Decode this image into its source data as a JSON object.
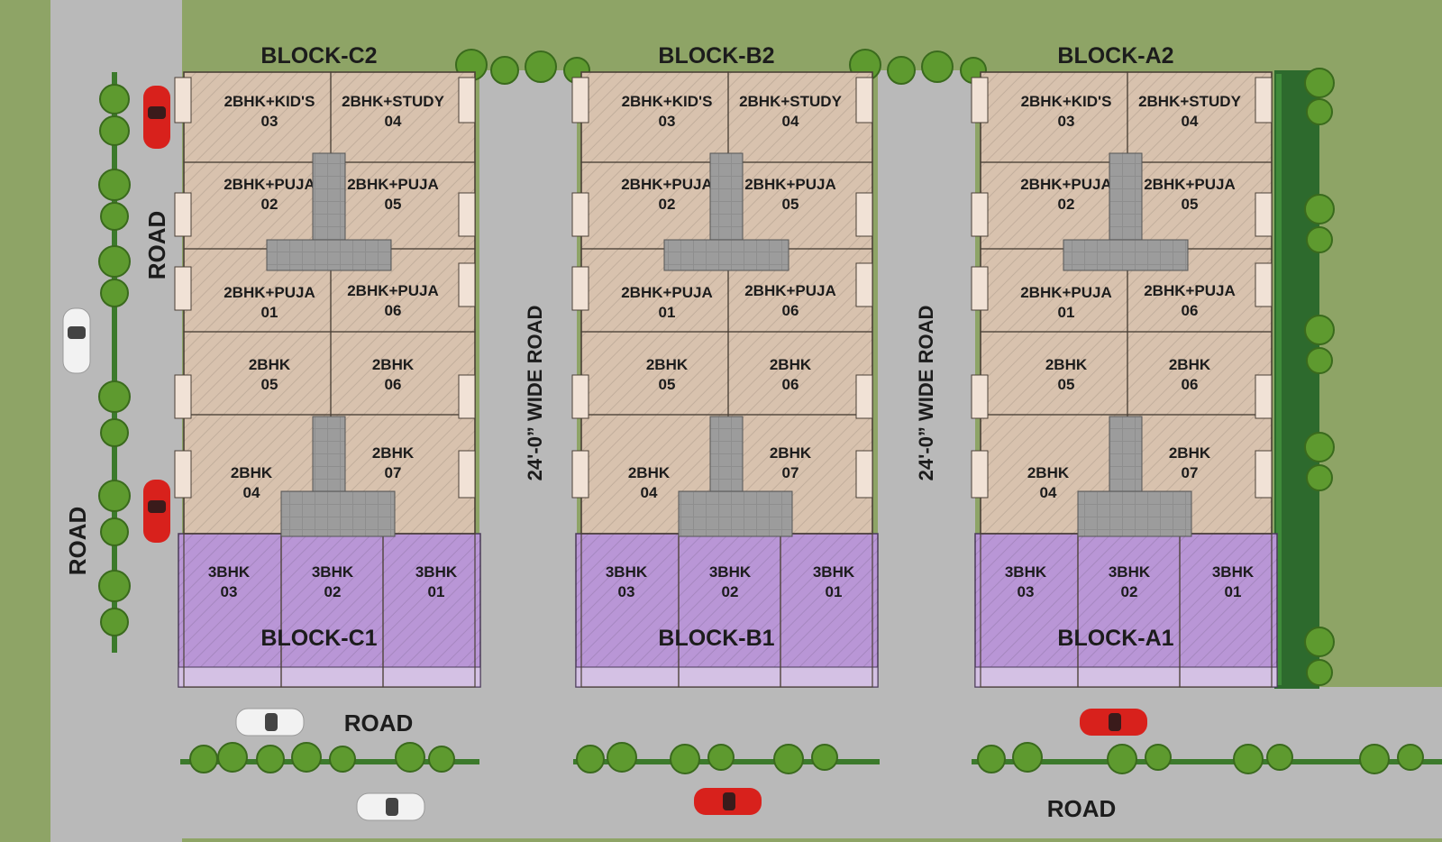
{
  "colors": {
    "grass": "#8ea466",
    "road": "#b9b9b9",
    "two_bhk_flat": "#d8c2ae",
    "three_bhk_flat": "#b996d6",
    "lobby": "#8e8e8e",
    "hedge": "#2d6a2d"
  },
  "blocks": [
    {
      "id": "c",
      "north_name": "BLOCK-C2",
      "south_name": "BLOCK-C1",
      "units": [
        {
          "type": "2BHK+KID'S",
          "no": "03"
        },
        {
          "type": "2BHK+STUDY",
          "no": "04"
        },
        {
          "type": "2BHK+PUJA",
          "no": "02"
        },
        {
          "type": "2BHK+PUJA",
          "no": "05"
        },
        {
          "type": "2BHK+PUJA",
          "no": "01"
        },
        {
          "type": "2BHK+PUJA",
          "no": "06"
        },
        {
          "type": "2BHK",
          "no": "05"
        },
        {
          "type": "2BHK",
          "no": "06"
        },
        {
          "type": "2BHK",
          "no": "04"
        },
        {
          "type": "2BHK",
          "no": "07"
        },
        {
          "type": "3BHK",
          "no": "03"
        },
        {
          "type": "3BHK",
          "no": "02"
        },
        {
          "type": "3BHK",
          "no": "01"
        }
      ]
    },
    {
      "id": "b",
      "north_name": "BLOCK-B2",
      "south_name": "BLOCK-B1",
      "units": [
        {
          "type": "2BHK+KID'S",
          "no": "03"
        },
        {
          "type": "2BHK+STUDY",
          "no": "04"
        },
        {
          "type": "2BHK+PUJA",
          "no": "02"
        },
        {
          "type": "2BHK+PUJA",
          "no": "05"
        },
        {
          "type": "2BHK+PUJA",
          "no": "01"
        },
        {
          "type": "2BHK+PUJA",
          "no": "06"
        },
        {
          "type": "2BHK",
          "no": "05"
        },
        {
          "type": "2BHK",
          "no": "06"
        },
        {
          "type": "2BHK",
          "no": "04"
        },
        {
          "type": "2BHK",
          "no": "07"
        },
        {
          "type": "3BHK",
          "no": "03"
        },
        {
          "type": "3BHK",
          "no": "02"
        },
        {
          "type": "3BHK",
          "no": "01"
        }
      ]
    },
    {
      "id": "a",
      "north_name": "BLOCK-A2",
      "south_name": "BLOCK-A1",
      "units": [
        {
          "type": "2BHK+KID'S",
          "no": "03"
        },
        {
          "type": "2BHK+STUDY",
          "no": "04"
        },
        {
          "type": "2BHK+PUJA",
          "no": "02"
        },
        {
          "type": "2BHK+PUJA",
          "no": "05"
        },
        {
          "type": "2BHK+PUJA",
          "no": "01"
        },
        {
          "type": "2BHK+PUJA",
          "no": "06"
        },
        {
          "type": "2BHK",
          "no": "05"
        },
        {
          "type": "2BHK",
          "no": "06"
        },
        {
          "type": "2BHK",
          "no": "04"
        },
        {
          "type": "2BHK",
          "no": "07"
        },
        {
          "type": "3BHK",
          "no": "03"
        },
        {
          "type": "3BHK",
          "no": "02"
        },
        {
          "type": "3BHK",
          "no": "01"
        }
      ]
    }
  ],
  "roads": {
    "west_upper": "ROAD",
    "west_lower": "ROAD",
    "south_upper": "ROAD",
    "south_lower": "ROAD",
    "internal_1": "24'-0” WIDE ROAD",
    "internal_2": "24'-0” WIDE ROAD"
  },
  "cars": [
    "red",
    "white",
    "red",
    "white",
    "white",
    "red",
    "red"
  ]
}
